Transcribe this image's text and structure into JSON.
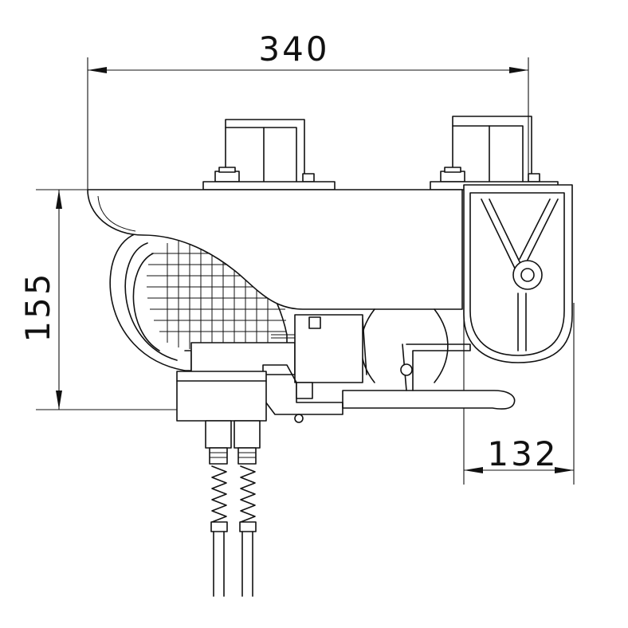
{
  "diagram": {
    "dimensions": {
      "width": {
        "value": "340"
      },
      "height": {
        "value": "155"
      },
      "depth": {
        "value": "132"
      }
    }
  }
}
